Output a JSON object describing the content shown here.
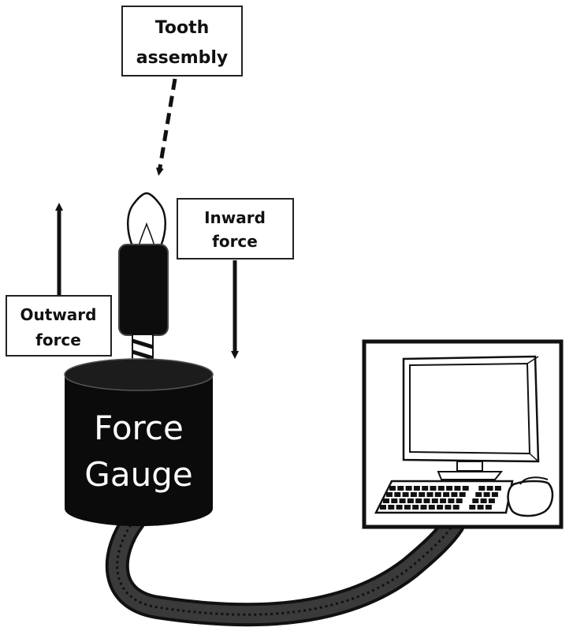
{
  "labels": {
    "tooth_assembly": [
      "Tooth",
      "assembly"
    ],
    "inward_force": [
      "Inward",
      "force"
    ],
    "outward_force": [
      "Outward",
      "force"
    ]
  },
  "gauge": {
    "lines": [
      "Force",
      "Gauge"
    ]
  },
  "colors": {
    "ink": "#111111",
    "gauge_body": "#0b0b0b",
    "gauge_text": "#ffffff",
    "cable": "#1a1a1a",
    "background": "#ffffff"
  },
  "icons": {
    "tooth": "tooth-icon",
    "computer": "computer-icon",
    "keyboard": "keyboard-icon",
    "mouse": "mouse-icon"
  }
}
